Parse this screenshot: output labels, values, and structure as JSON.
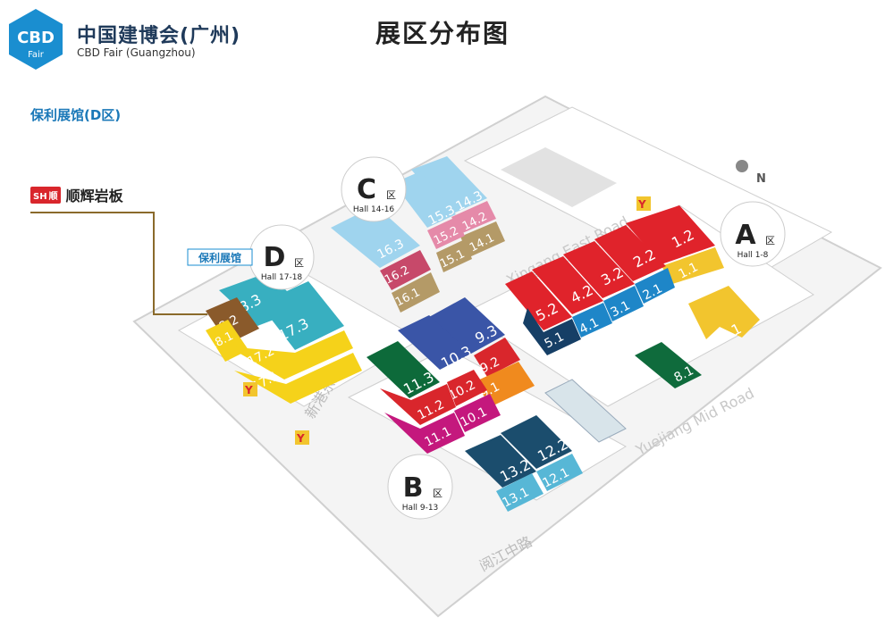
{
  "header": {
    "logo_text": "CBD",
    "logo_sub": "Fair",
    "brand_cn": "中国建博会(广州)",
    "brand_en": "CBD Fair (Guangzhou)"
  },
  "title": "展区分布图",
  "sub_title": "保利展馆(D区)",
  "exhibitor": {
    "logo": "SH",
    "logo2": "顺",
    "name": "顺辉岩板"
  },
  "zones": {
    "A": {
      "letter": "A",
      "suffix": "区",
      "halls": "Hall 1-8"
    },
    "B": {
      "letter": "B",
      "suffix": "区",
      "halls": "Hall 9-13"
    },
    "C": {
      "letter": "C",
      "suffix": "区",
      "halls": "Hall 14-16"
    },
    "D": {
      "letter": "D",
      "suffix": "区",
      "halls": "Hall 17-18",
      "tag": "保利展馆"
    }
  },
  "roads": {
    "xingang_east": "Xingang East Road",
    "yuejiang_mid": "Yuejiang Mid Road",
    "xingang_dong_cn": "新港东路",
    "yuejiang_zhong_cn": "阅江中路"
  },
  "halls": {
    "h1_2": "1.2",
    "h2_2": "2.2",
    "h2_1": "2.1",
    "h1_1": "1.1",
    "h3_2": "3.2",
    "h3_1": "3.1",
    "h4_2": "4.2",
    "h4_1": "4.1",
    "h5_2": "5.2",
    "h5_1": "5.1",
    "h6_1": "6.1",
    "h8_1": "8.1",
    "h9_3": "9.3",
    "h9_2": "9.2",
    "h9_1": "9.1",
    "h10_3": "10.3",
    "h10_2": "10.2",
    "h10_1": "10.1",
    "h11_3": "11.3",
    "h11_2": "11.2",
    "h11_1": "11.1",
    "h12_2": "12.2",
    "h12_1": "12.1",
    "h13_2": "13.2",
    "h13_1": "13.1",
    "h14_3": "14.3",
    "h14_2": "14.2",
    "h14_1": "14.1",
    "h15_3": "15.3",
    "h15_2": "15.2",
    "h15_1": "15.1",
    "h16_3": "16.3",
    "h16_2": "16.2",
    "h16_1": "16.1",
    "h17_3": "17.3",
    "h17_2": "17.2",
    "h17_1": "17.1",
    "h18_3": "18.3",
    "h18_2": "18.2",
    "h18_1": "18.1"
  },
  "colors": {
    "a_red": "#e0232b",
    "a_yellow": "#f2c52e",
    "a_blue": "#1e86c8",
    "a_navy": "#163f66",
    "a_green": "#0f6b3c",
    "b_blue": "#3a55a7",
    "b_red": "#d9262c",
    "b_orange": "#f08a1e",
    "b_green": "#0d6a3a",
    "b_magenta": "#c4187d",
    "b_teal": "#1b4d6d",
    "b_lightblue": "#57b7d6",
    "c_lightblue": "#9fd4ee",
    "c_pink": "#e58aa9",
    "c_tan": "#b49a67",
    "c_rose": "#c7496a",
    "d_teal": "#38afc0",
    "d_brown": "#8a5a2b",
    "d_yellow": "#f5d21a"
  }
}
